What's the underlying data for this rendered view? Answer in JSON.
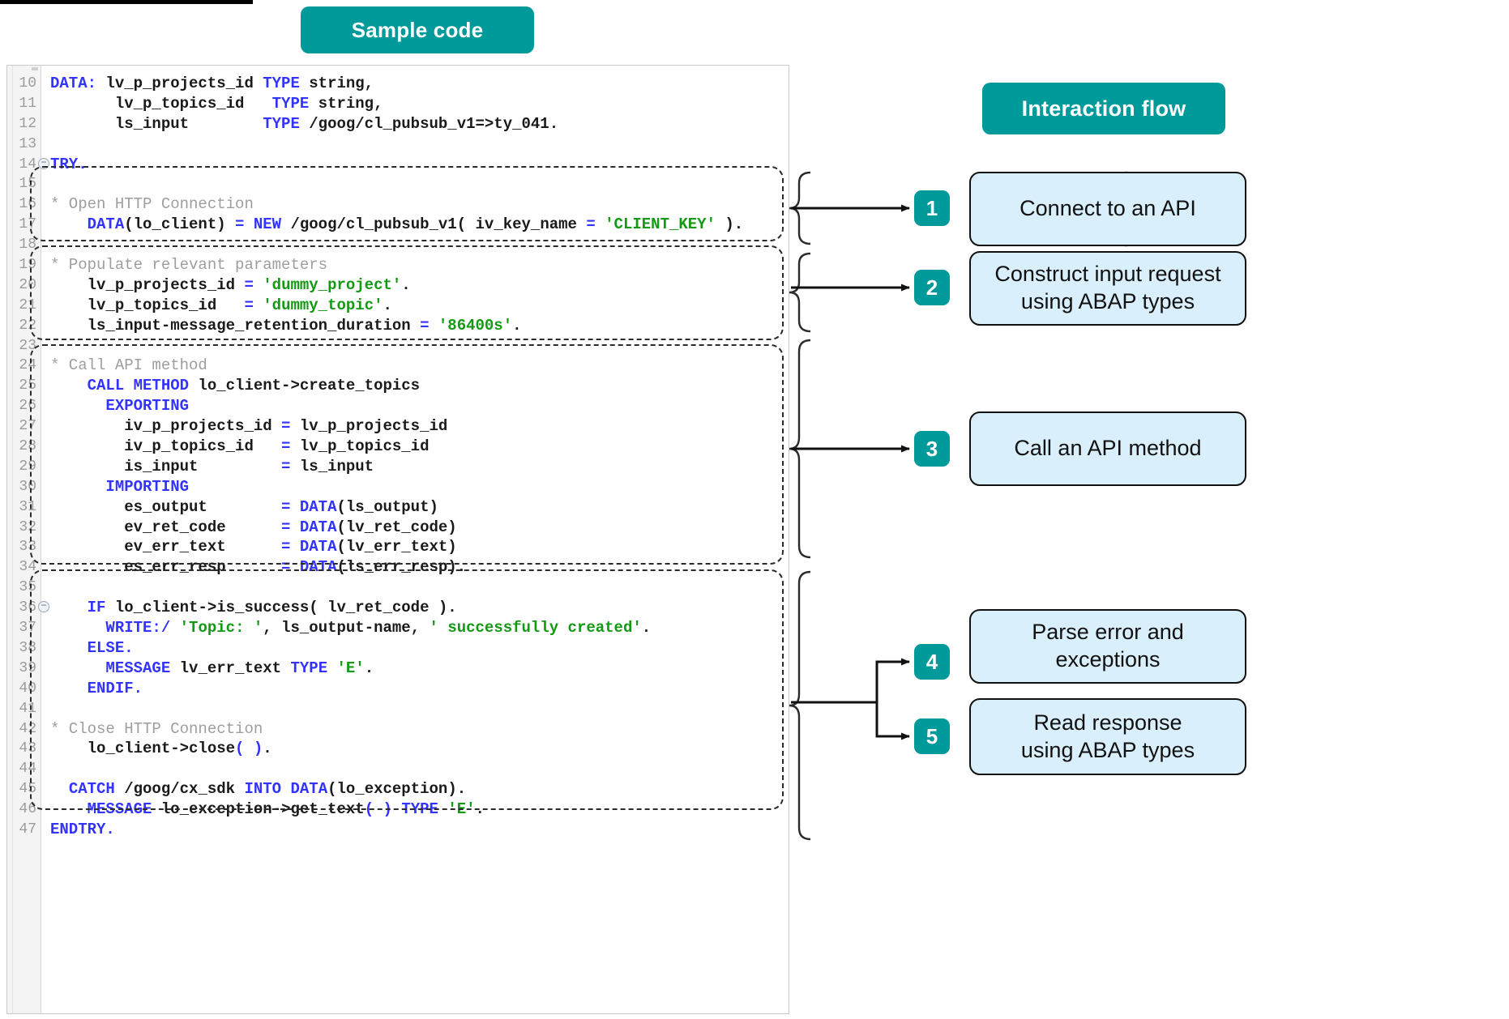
{
  "colors": {
    "teal": "#009A9B",
    "step_box_fill": "#D9EFFB",
    "step_box_border": "#111111",
    "keyword": "#3333FF",
    "string": "#129A12",
    "comment": "#9E9E9E",
    "plain": "#1A1A1A"
  },
  "headers": {
    "sample_code": "Sample code",
    "interaction_flow": "Interaction flow"
  },
  "code": {
    "language": "ABAP",
    "lines": [
      {
        "num": "10",
        "fold": false,
        "tokens": [
          {
            "t": "DATA:",
            "c": "kw"
          },
          {
            "t": " lv_p_projects_id ",
            "c": "pln"
          },
          {
            "t": "TYPE",
            "c": "kw"
          },
          {
            "t": " string,",
            "c": "pln"
          }
        ]
      },
      {
        "num": "11",
        "fold": false,
        "tokens": [
          {
            "t": "       lv_p_topics_id   ",
            "c": "pln"
          },
          {
            "t": "TYPE",
            "c": "kw"
          },
          {
            "t": " string,",
            "c": "pln"
          }
        ]
      },
      {
        "num": "12",
        "fold": false,
        "tokens": [
          {
            "t": "       ls_input        ",
            "c": "pln"
          },
          {
            "t": "TYPE",
            "c": "kw"
          },
          {
            "t": " /goog/cl_pubsub_v1=>ty_041.",
            "c": "pln"
          }
        ]
      },
      {
        "num": "13",
        "fold": false,
        "tokens": []
      },
      {
        "num": "14",
        "fold": true,
        "tokens": [
          {
            "t": "TRY.",
            "c": "kw"
          }
        ]
      },
      {
        "num": "15",
        "fold": false,
        "tokens": []
      },
      {
        "num": "16",
        "fold": false,
        "tokens": [
          {
            "t": "* Open HTTP Connection",
            "c": "cmt"
          }
        ]
      },
      {
        "num": "17",
        "fold": false,
        "tokens": [
          {
            "t": "    ",
            "c": "pln"
          },
          {
            "t": "DATA",
            "c": "kw"
          },
          {
            "t": "(lo_client)",
            "c": "pln"
          },
          {
            "t": " = ",
            "c": "op"
          },
          {
            "t": "NEW",
            "c": "kw"
          },
          {
            "t": " /goog/cl_pubsub_v1( iv_key_name ",
            "c": "pln"
          },
          {
            "t": "= ",
            "c": "op"
          },
          {
            "t": "'CLIENT_KEY'",
            "c": "str"
          },
          {
            "t": " ).",
            "c": "pln"
          }
        ]
      },
      {
        "num": "18",
        "fold": false,
        "tokens": []
      },
      {
        "num": "19",
        "fold": false,
        "tokens": [
          {
            "t": "* Populate relevant parameters",
            "c": "cmt"
          }
        ]
      },
      {
        "num": "20",
        "fold": false,
        "tokens": [
          {
            "t": "    lv_p_projects_id ",
            "c": "pln"
          },
          {
            "t": "= ",
            "c": "op"
          },
          {
            "t": "'dummy_project'",
            "c": "str"
          },
          {
            "t": ".",
            "c": "pln"
          }
        ]
      },
      {
        "num": "21",
        "fold": false,
        "tokens": [
          {
            "t": "    lv_p_topics_id   ",
            "c": "pln"
          },
          {
            "t": "= ",
            "c": "op"
          },
          {
            "t": "'dummy_topic'",
            "c": "str"
          },
          {
            "t": ".",
            "c": "pln"
          }
        ]
      },
      {
        "num": "22",
        "fold": false,
        "tokens": [
          {
            "t": "    ls_input-message_retention_duration ",
            "c": "pln"
          },
          {
            "t": "= ",
            "c": "op"
          },
          {
            "t": "'86400s'",
            "c": "str"
          },
          {
            "t": ".",
            "c": "pln"
          }
        ]
      },
      {
        "num": "23",
        "fold": false,
        "tokens": []
      },
      {
        "num": "24",
        "fold": false,
        "tokens": [
          {
            "t": "* Call API method",
            "c": "cmt"
          }
        ]
      },
      {
        "num": "25",
        "fold": false,
        "tokens": [
          {
            "t": "    ",
            "c": "pln"
          },
          {
            "t": "CALL METHOD",
            "c": "kw"
          },
          {
            "t": " lo_client->create_topics",
            "c": "pln"
          }
        ]
      },
      {
        "num": "26",
        "fold": false,
        "tokens": [
          {
            "t": "      ",
            "c": "pln"
          },
          {
            "t": "EXPORTING",
            "c": "kw"
          }
        ]
      },
      {
        "num": "27",
        "fold": false,
        "tokens": [
          {
            "t": "        iv_p_projects_id ",
            "c": "pln"
          },
          {
            "t": "= ",
            "c": "op"
          },
          {
            "t": "lv_p_projects_id",
            "c": "pln"
          }
        ]
      },
      {
        "num": "28",
        "fold": false,
        "tokens": [
          {
            "t": "        iv_p_topics_id   ",
            "c": "pln"
          },
          {
            "t": "= ",
            "c": "op"
          },
          {
            "t": "lv_p_topics_id",
            "c": "pln"
          }
        ]
      },
      {
        "num": "29",
        "fold": false,
        "tokens": [
          {
            "t": "        is_input         ",
            "c": "pln"
          },
          {
            "t": "= ",
            "c": "op"
          },
          {
            "t": "ls_input",
            "c": "pln"
          }
        ]
      },
      {
        "num": "30",
        "fold": false,
        "tokens": [
          {
            "t": "      ",
            "c": "pln"
          },
          {
            "t": "IMPORTING",
            "c": "kw"
          }
        ]
      },
      {
        "num": "31",
        "fold": false,
        "tokens": [
          {
            "t": "        es_output        ",
            "c": "pln"
          },
          {
            "t": "= ",
            "c": "op"
          },
          {
            "t": "DATA",
            "c": "kw"
          },
          {
            "t": "(ls_output)",
            "c": "pln"
          }
        ]
      },
      {
        "num": "32",
        "fold": false,
        "tokens": [
          {
            "t": "        ev_ret_code      ",
            "c": "pln"
          },
          {
            "t": "= ",
            "c": "op"
          },
          {
            "t": "DATA",
            "c": "kw"
          },
          {
            "t": "(lv_ret_code)",
            "c": "pln"
          }
        ]
      },
      {
        "num": "33",
        "fold": false,
        "tokens": [
          {
            "t": "        ev_err_text      ",
            "c": "pln"
          },
          {
            "t": "= ",
            "c": "op"
          },
          {
            "t": "DATA",
            "c": "kw"
          },
          {
            "t": "(lv_err_text)",
            "c": "pln"
          }
        ]
      },
      {
        "num": "34",
        "fold": false,
        "tokens": [
          {
            "t": "        es_err_resp      ",
            "c": "pln"
          },
          {
            "t": "= ",
            "c": "op"
          },
          {
            "t": "DATA",
            "c": "kw"
          },
          {
            "t": "(ls_err_resp).",
            "c": "pln"
          }
        ]
      },
      {
        "num": "35",
        "fold": false,
        "tokens": []
      },
      {
        "num": "36",
        "fold": true,
        "tokens": [
          {
            "t": "    ",
            "c": "pln"
          },
          {
            "t": "IF",
            "c": "kw"
          },
          {
            "t": " lo_client->is_success( lv_ret_code ).",
            "c": "pln"
          }
        ]
      },
      {
        "num": "37",
        "fold": false,
        "tokens": [
          {
            "t": "      ",
            "c": "pln"
          },
          {
            "t": "WRITE:/",
            "c": "kw"
          },
          {
            "t": " ",
            "c": "pln"
          },
          {
            "t": "'Topic: '",
            "c": "str"
          },
          {
            "t": ", ls_output-name, ",
            "c": "pln"
          },
          {
            "t": "' successfully created'",
            "c": "str"
          },
          {
            "t": ".",
            "c": "pln"
          }
        ]
      },
      {
        "num": "38",
        "fold": false,
        "tokens": [
          {
            "t": "    ",
            "c": "pln"
          },
          {
            "t": "ELSE.",
            "c": "kw"
          }
        ]
      },
      {
        "num": "39",
        "fold": false,
        "tokens": [
          {
            "t": "      ",
            "c": "pln"
          },
          {
            "t": "MESSAGE",
            "c": "kw"
          },
          {
            "t": " lv_err_text ",
            "c": "pln"
          },
          {
            "t": "TYPE",
            "c": "kw"
          },
          {
            "t": " ",
            "c": "pln"
          },
          {
            "t": "'E'",
            "c": "str"
          },
          {
            "t": ".",
            "c": "pln"
          }
        ]
      },
      {
        "num": "40",
        "fold": false,
        "tokens": [
          {
            "t": "    ",
            "c": "pln"
          },
          {
            "t": "ENDIF.",
            "c": "kw"
          }
        ]
      },
      {
        "num": "41",
        "fold": false,
        "tokens": []
      },
      {
        "num": "42",
        "fold": false,
        "tokens": [
          {
            "t": "* Close HTTP Connection",
            "c": "cmt"
          }
        ]
      },
      {
        "num": "43",
        "fold": false,
        "tokens": [
          {
            "t": "    lo_client->close",
            "c": "pln"
          },
          {
            "t": "( )",
            "c": "op"
          },
          {
            "t": ".",
            "c": "pln"
          }
        ]
      },
      {
        "num": "44",
        "fold": false,
        "tokens": []
      },
      {
        "num": "45",
        "fold": false,
        "tokens": [
          {
            "t": "  ",
            "c": "pln"
          },
          {
            "t": "CATCH",
            "c": "kw"
          },
          {
            "t": " /goog/cx_sdk ",
            "c": "pln"
          },
          {
            "t": "INTO",
            "c": "kw"
          },
          {
            "t": " ",
            "c": "pln"
          },
          {
            "t": "DATA",
            "c": "kw"
          },
          {
            "t": "(lo_exception).",
            "c": "pln"
          }
        ]
      },
      {
        "num": "46",
        "fold": false,
        "tokens": [
          {
            "t": "    ",
            "c": "pln"
          },
          {
            "t": "MESSAGE",
            "c": "kw"
          },
          {
            "t": " lo_exception->get_text",
            "c": "pln"
          },
          {
            "t": "( )",
            "c": "op"
          },
          {
            "t": " ",
            "c": "pln"
          },
          {
            "t": "TYPE",
            "c": "kw"
          },
          {
            "t": " ",
            "c": "pln"
          },
          {
            "t": "'E'",
            "c": "str"
          },
          {
            "t": ".",
            "c": "pln"
          }
        ]
      },
      {
        "num": "47",
        "fold": false,
        "tokens": [
          {
            "t": "ENDTRY.",
            "c": "kw"
          }
        ]
      }
    ]
  },
  "flow": {
    "steps": [
      {
        "number": "1",
        "label": "Connect to an API"
      },
      {
        "number": "2",
        "label": "Construct input request\nusing ABAP types"
      },
      {
        "number": "3",
        "label": "Call an API method"
      },
      {
        "number": "4",
        "label": "Parse error and\nexceptions"
      },
      {
        "number": "5",
        "label": "Read response\nusing ABAP types"
      }
    ]
  }
}
